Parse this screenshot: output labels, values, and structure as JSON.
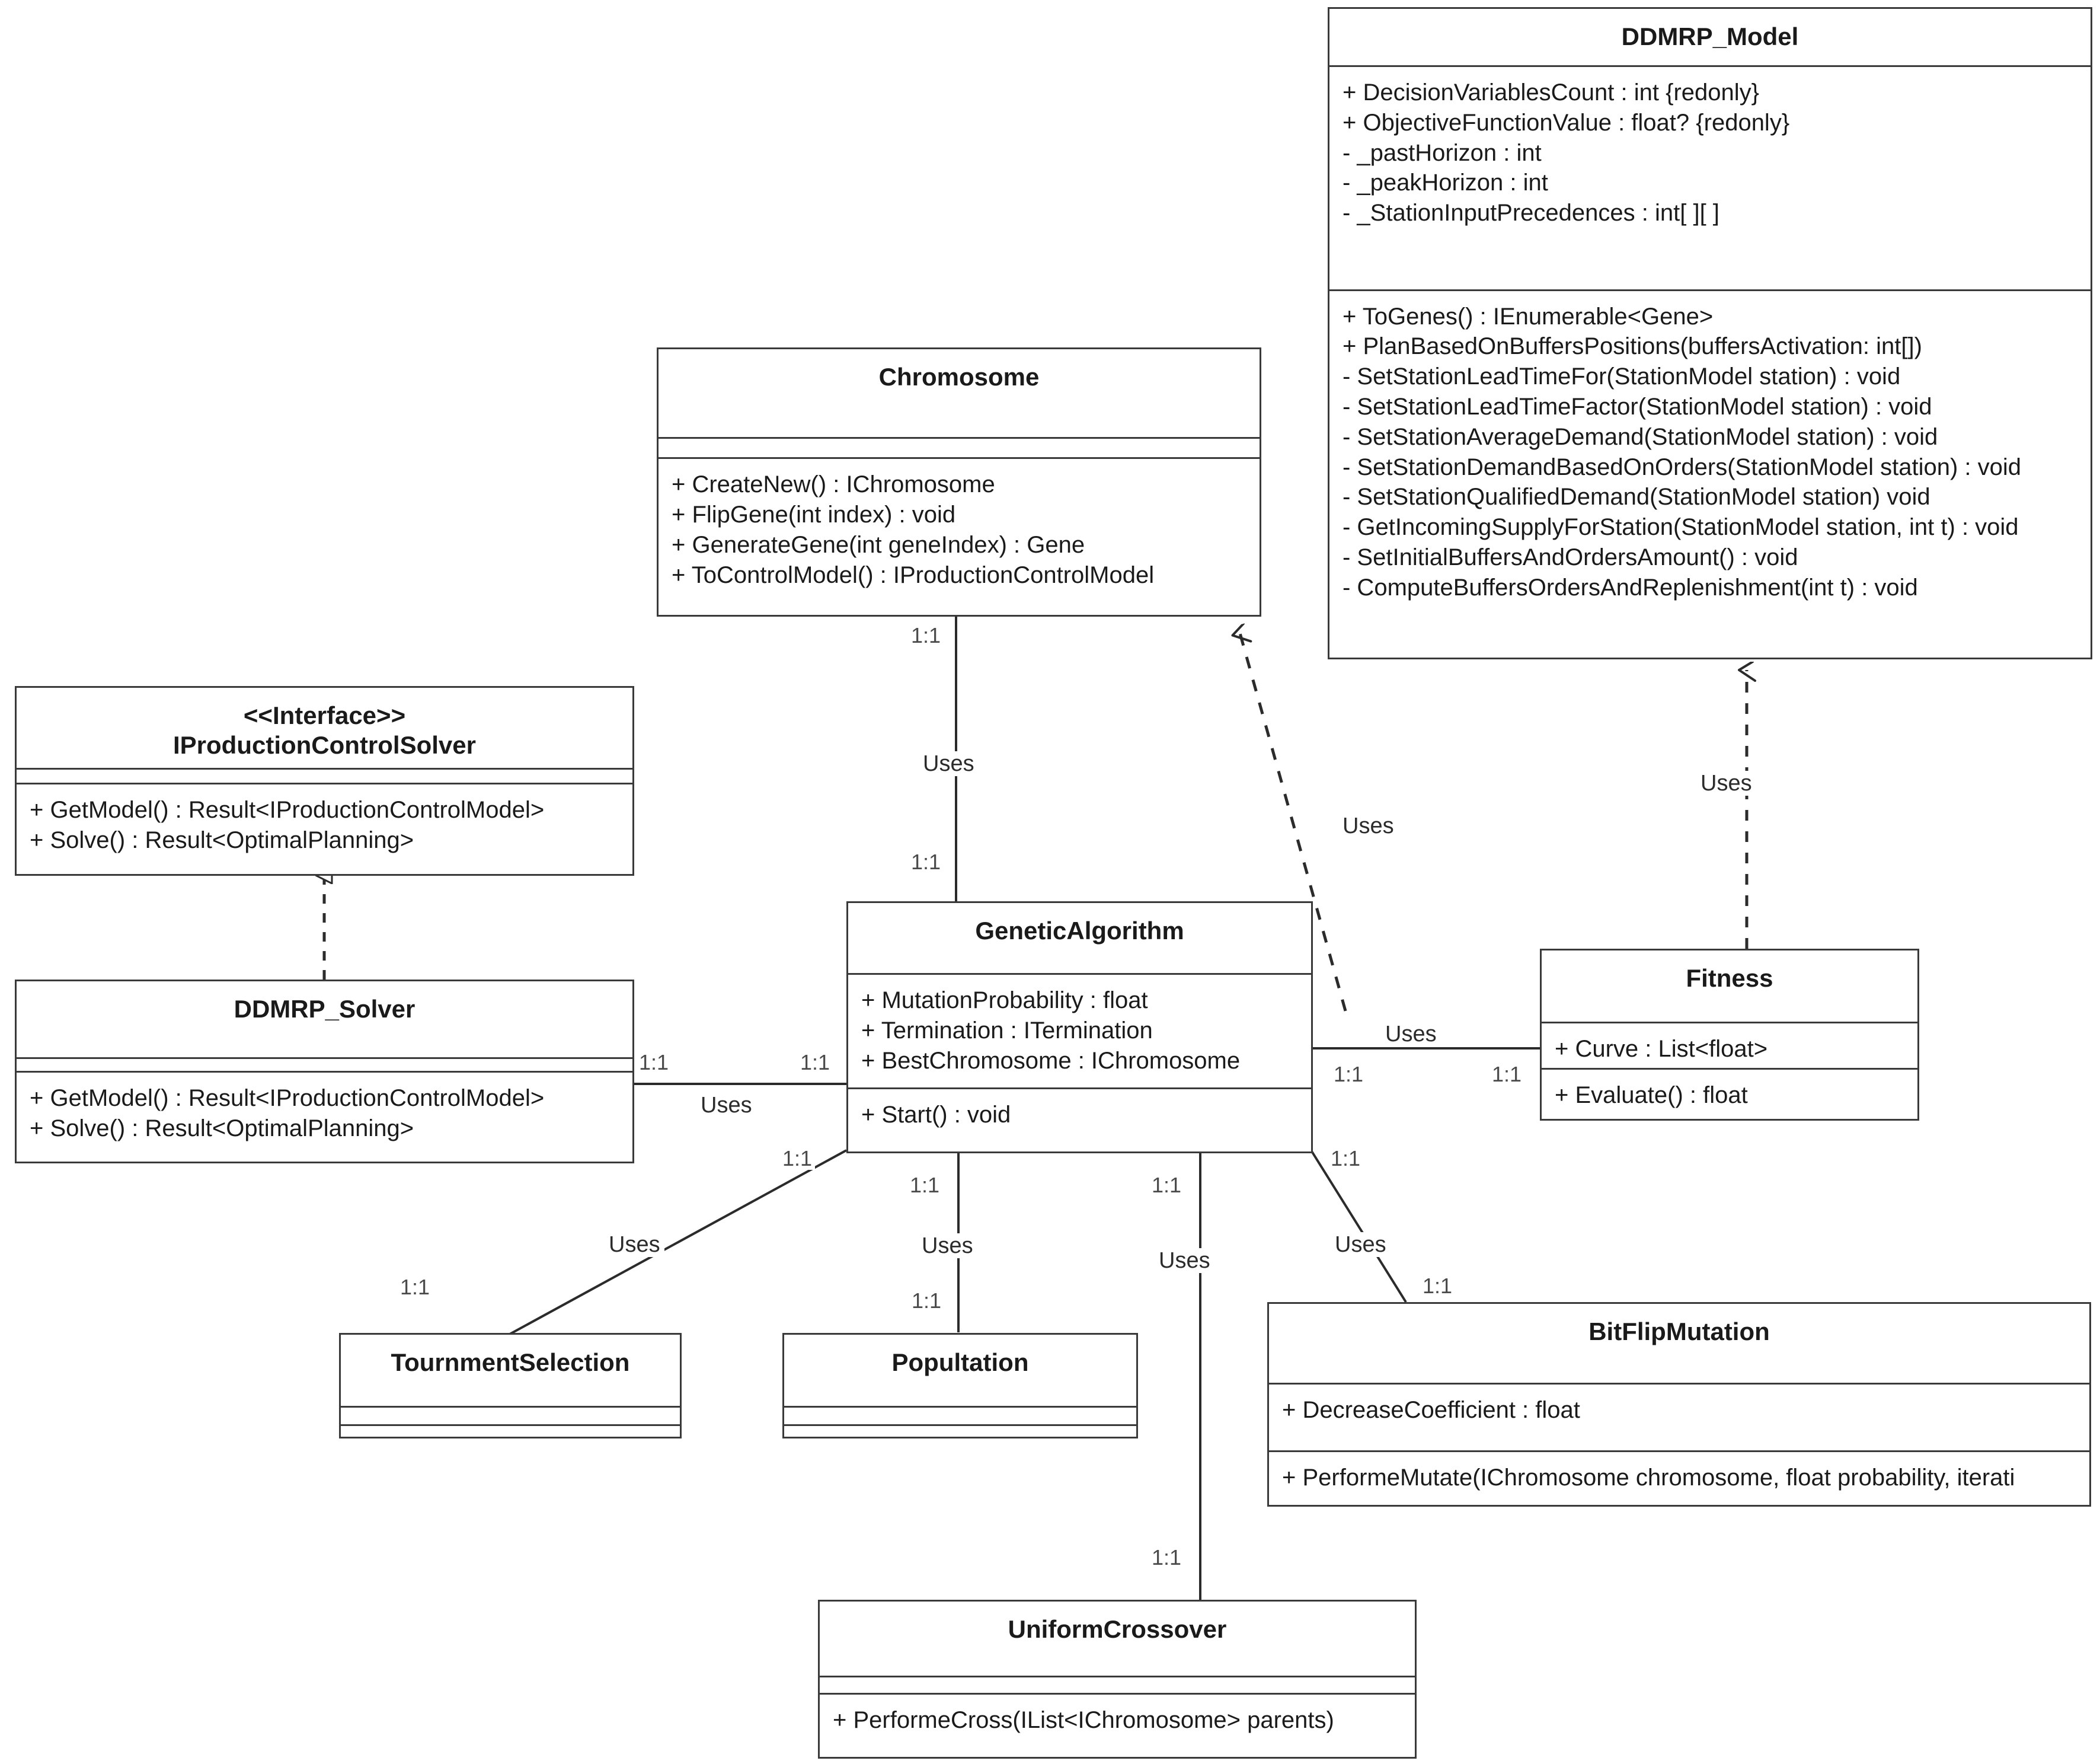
{
  "diagram": {
    "title": "UML Class Diagram",
    "type": "uml-class-diagram",
    "line_color": "#3a3a3a",
    "background": "#ffffff"
  },
  "classes": {
    "ddmrp_model": {
      "name": "DDMRP_Model",
      "attributes": [
        "+ DecisionVariablesCount : int {redonly}",
        "+ ObjectiveFunctionValue : float? {redonly}",
        "- _pastHorizon : int",
        "- _peakHorizon : int",
        "- _StationInputPrecedences : int[ ][ ]"
      ],
      "methods": [
        "+ ToGenes() : IEnumerable<Gene>",
        "+ PlanBasedOnBuffersPositions(buffersActivation: int[])",
        "- SetStationLeadTimeFor(StationModel station) : void",
        "- SetStationLeadTimeFactor(StationModel station) : void",
        "- SetStationAverageDemand(StationModel station) : void",
        "- SetStationDemandBasedOnOrders(StationModel station) : void",
        "- SetStationQualifiedDemand(StationModel station) void",
        "- GetIncomingSupplyForStation(StationModel station, int t) : void",
        "- SetInitialBuffersAndOrdersAmount() : void",
        "- ComputeBuffersOrdersAndReplenishment(int t) : void"
      ]
    },
    "chromosome": {
      "name": "Chromosome",
      "attributes": [],
      "methods": [
        "+ CreateNew() : IChromosome",
        "+ FlipGene(int index) : void",
        "+ GenerateGene(int geneIndex) : Gene",
        "+ ToControlModel() : IProductionControlModel"
      ]
    },
    "iproductioncontrolsolver": {
      "stereotype": "<<Interface>>",
      "name": "IProductionControlSolver",
      "attributes": [],
      "methods": [
        "+ GetModel() : Result<IProductionControlModel>",
        "+ Solve() : Result<OptimalPlanning>"
      ]
    },
    "ddmrp_solver": {
      "name": "DDMRP_Solver",
      "attributes": [],
      "methods": [
        "+ GetModel() : Result<IProductionControlModel>",
        "+ Solve() : Result<OptimalPlanning>"
      ]
    },
    "genetic_algorithm": {
      "name": "GeneticAlgorithm",
      "attributes": [
        "+ MutationProbability : float",
        "+ Termination : ITermination",
        "+ BestChromosome : IChromosome"
      ],
      "methods": [
        "+ Start() : void"
      ]
    },
    "fitness": {
      "name": "Fitness",
      "attributes": [
        "+ Curve : List<float>"
      ],
      "methods": [
        "+ Evaluate() : float"
      ]
    },
    "tournment_selection": {
      "name": "TournmentSelection",
      "attributes": [],
      "methods": []
    },
    "popultation": {
      "name": "Popultation",
      "attributes": [],
      "methods": []
    },
    "bitflip_mutation": {
      "name": "BitFlipMutation",
      "attributes": [
        "+ DecreaseCoefficient : float"
      ],
      "methods": [
        "+ PerformeMutate(IChromosome chromosome, float probability, iterati"
      ]
    },
    "uniform_crossover": {
      "name": "UniformCrossover",
      "attributes": [],
      "methods": [
        "+ PerformeCross(IList<IChromosome> parents)"
      ]
    }
  },
  "edges": {
    "chromosome_genetic": {
      "label": "Uses",
      "source_mult": "1:1",
      "target_mult": "1:1"
    },
    "genetic_ddmrp_model": {
      "label": "Uses"
    },
    "fitness_ddmrp_model": {
      "label": "Uses"
    },
    "solver_genetic": {
      "label": "Uses",
      "source_mult": "1:1",
      "target_mult": "1:1"
    },
    "genetic_fitness": {
      "label": "Uses",
      "source_mult": "1:1",
      "target_mult": "1:1"
    },
    "genetic_tournment": {
      "label": "Uses",
      "source_mult": "1:1",
      "target_mult": "1:1"
    },
    "genetic_popultation": {
      "label": "Uses",
      "source_mult": "1:1",
      "target_mult": "1:1"
    },
    "genetic_crossover": {
      "label": "Uses",
      "source_mult": "1:1",
      "target_mult": "1:1"
    },
    "genetic_mutation": {
      "label": "Uses",
      "source_mult": "1:1",
      "target_mult": "1:1"
    },
    "solver_realizes_interface": {
      "label": ""
    }
  }
}
